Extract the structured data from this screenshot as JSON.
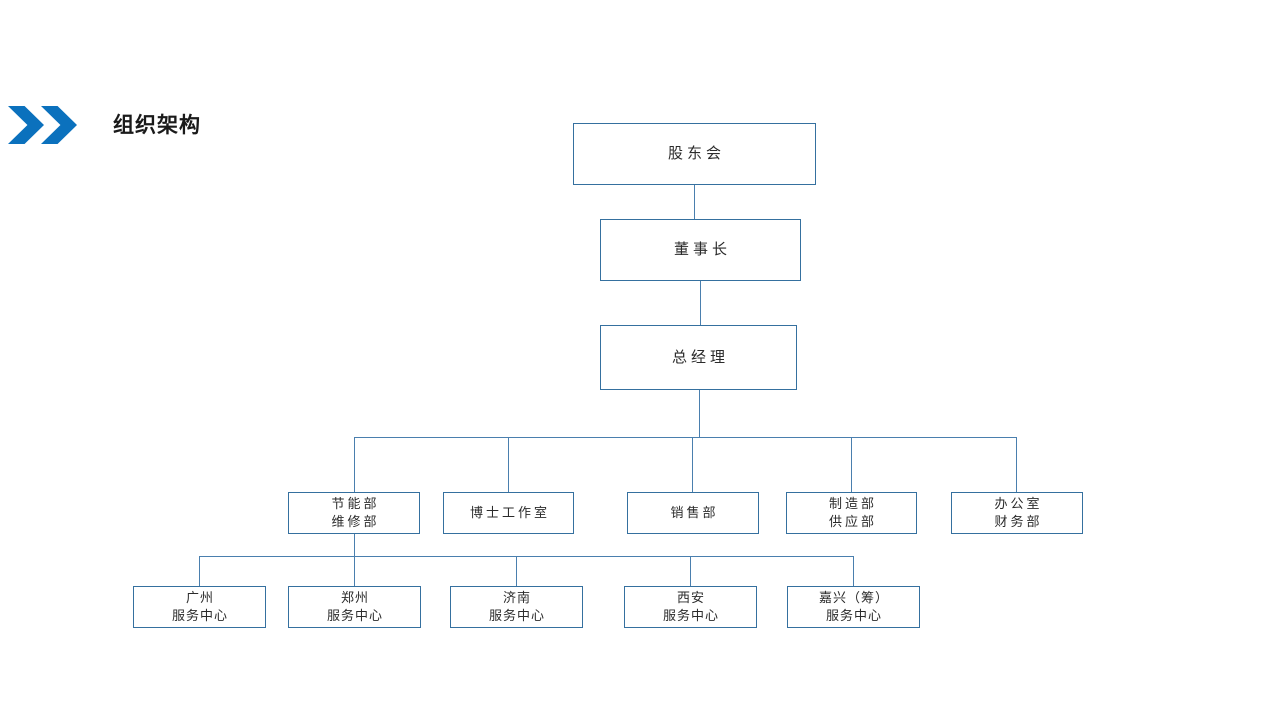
{
  "header": {
    "title": "组织架构",
    "accent_color": "#0b71bd",
    "icon_left": "chevron-right-icon",
    "icon_right": "chevron-right-icon"
  },
  "theme": {
    "node_border_color": "#35709f",
    "connector_color": "#4a7fae",
    "node_fill": "#ffffff",
    "text_color": "#2b2b2b"
  },
  "chart_data": {
    "type": "diagram",
    "subtype": "org-chart",
    "title": "组织架构",
    "orientation": "top-down",
    "tiers": [
      {
        "name": "governance",
        "nodes": [
          "股东会"
        ]
      },
      {
        "name": "executive",
        "nodes": [
          "董事长"
        ]
      },
      {
        "name": "management",
        "nodes": [
          "总经理"
        ]
      },
      {
        "name": "departments",
        "nodes": [
          "节能部 / 维修部",
          "博士工作室",
          "销售部",
          "制造部 / 供应部",
          "办公室 / 财务部"
        ]
      },
      {
        "name": "service-centers",
        "nodes": [
          "广州服务中心",
          "郑州服务中心",
          "济南服务中心",
          "西安服务中心",
          "嘉兴（筹）服务中心"
        ]
      }
    ],
    "edges": [
      {
        "from": "股东会",
        "to": "董事长"
      },
      {
        "from": "董事长",
        "to": "总经理"
      },
      {
        "from": "总经理",
        "to": "节能部 / 维修部"
      },
      {
        "from": "总经理",
        "to": "博士工作室"
      },
      {
        "from": "总经理",
        "to": "销售部"
      },
      {
        "from": "总经理",
        "to": "制造部 / 供应部"
      },
      {
        "from": "总经理",
        "to": "办公室 / 财务部"
      },
      {
        "from": "节能部 / 维修部",
        "to": "广州服务中心"
      },
      {
        "from": "节能部 / 维修部",
        "to": "郑州服务中心"
      },
      {
        "from": "节能部 / 维修部",
        "to": "济南服务中心"
      },
      {
        "from": "节能部 / 维修部",
        "to": "西安服务中心"
      },
      {
        "from": "节能部 / 维修部",
        "to": "嘉兴（筹）服务中心"
      }
    ]
  },
  "nodes": {
    "shareholders": {
      "line1": "股东会"
    },
    "chairman": {
      "line1": "董事长"
    },
    "general_manager": {
      "line1": "总经理"
    },
    "dept_energy": {
      "line1": "节能部",
      "line2": "维修部"
    },
    "dept_doctor_studio": {
      "line1": "博士工作室"
    },
    "dept_sales": {
      "line1": "销售部"
    },
    "dept_manufacturing": {
      "line1": "制造部",
      "line2": "供应部"
    },
    "dept_office": {
      "line1": "办公室",
      "line2": "财务部"
    },
    "center_guangzhou": {
      "line1": "广州",
      "line2": "服务中心"
    },
    "center_zhengzhou": {
      "line1": "郑州",
      "line2": "服务中心"
    },
    "center_jinan": {
      "line1": "济南",
      "line2": "服务中心"
    },
    "center_xian": {
      "line1": "西安",
      "line2": "服务中心"
    },
    "center_jiaxing": {
      "line1": "嘉兴（筹）",
      "line2": "服务中心"
    }
  }
}
